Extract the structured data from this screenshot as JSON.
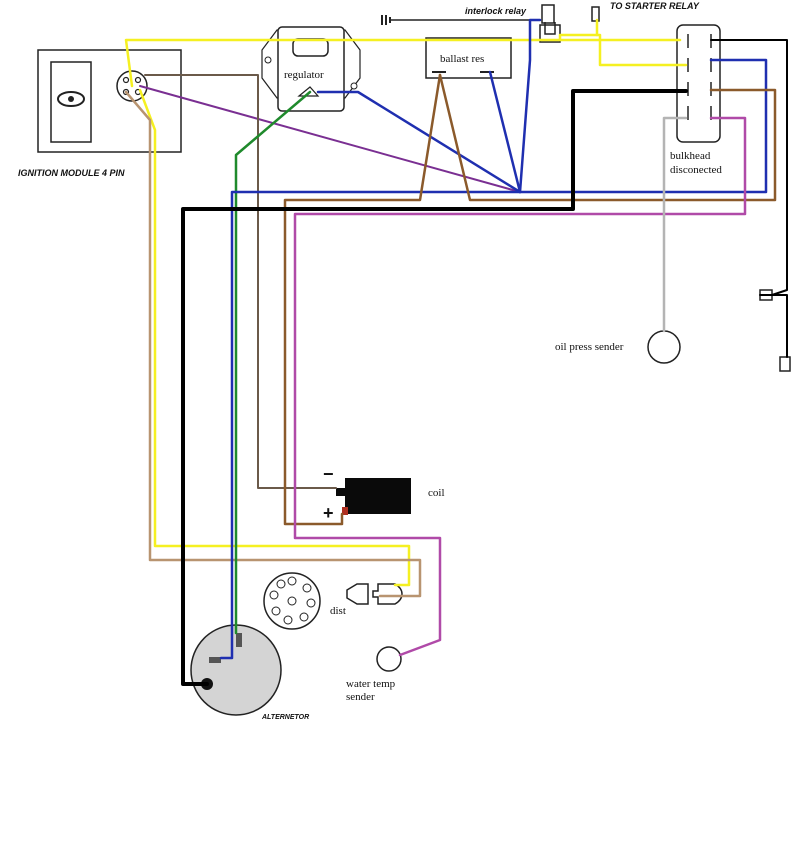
{
  "labels": {
    "ignition_module": "IGNITION MODULE   4 PIN",
    "regulator": "regulator",
    "ballast_res": "ballast res",
    "interlock_relay": "interlock relay",
    "to_starter_relay": "TO STARTER RELAY",
    "bulkhead_line1": "bulkhead",
    "bulkhead_line2": "disconected",
    "oil_press_sender": "oil press sender",
    "coil": "coil",
    "coil_minus": "−",
    "coil_plus": "+",
    "dist": "dist",
    "water_temp_line1": "water temp",
    "water_temp_line2": "sender",
    "alternator": "ALTERNETOR"
  },
  "wire_colors": {
    "yellow": "#f5f021",
    "tan": "#b89470",
    "purple": "#7a2f92",
    "blue": "#1f2fb0",
    "green": "#1f8a2c",
    "brown": "#8b5a2b",
    "black": "#000000",
    "gray": "#b4b4b4",
    "pink_purple": "#b04aa8",
    "dark_purple": "#6a2a80"
  }
}
